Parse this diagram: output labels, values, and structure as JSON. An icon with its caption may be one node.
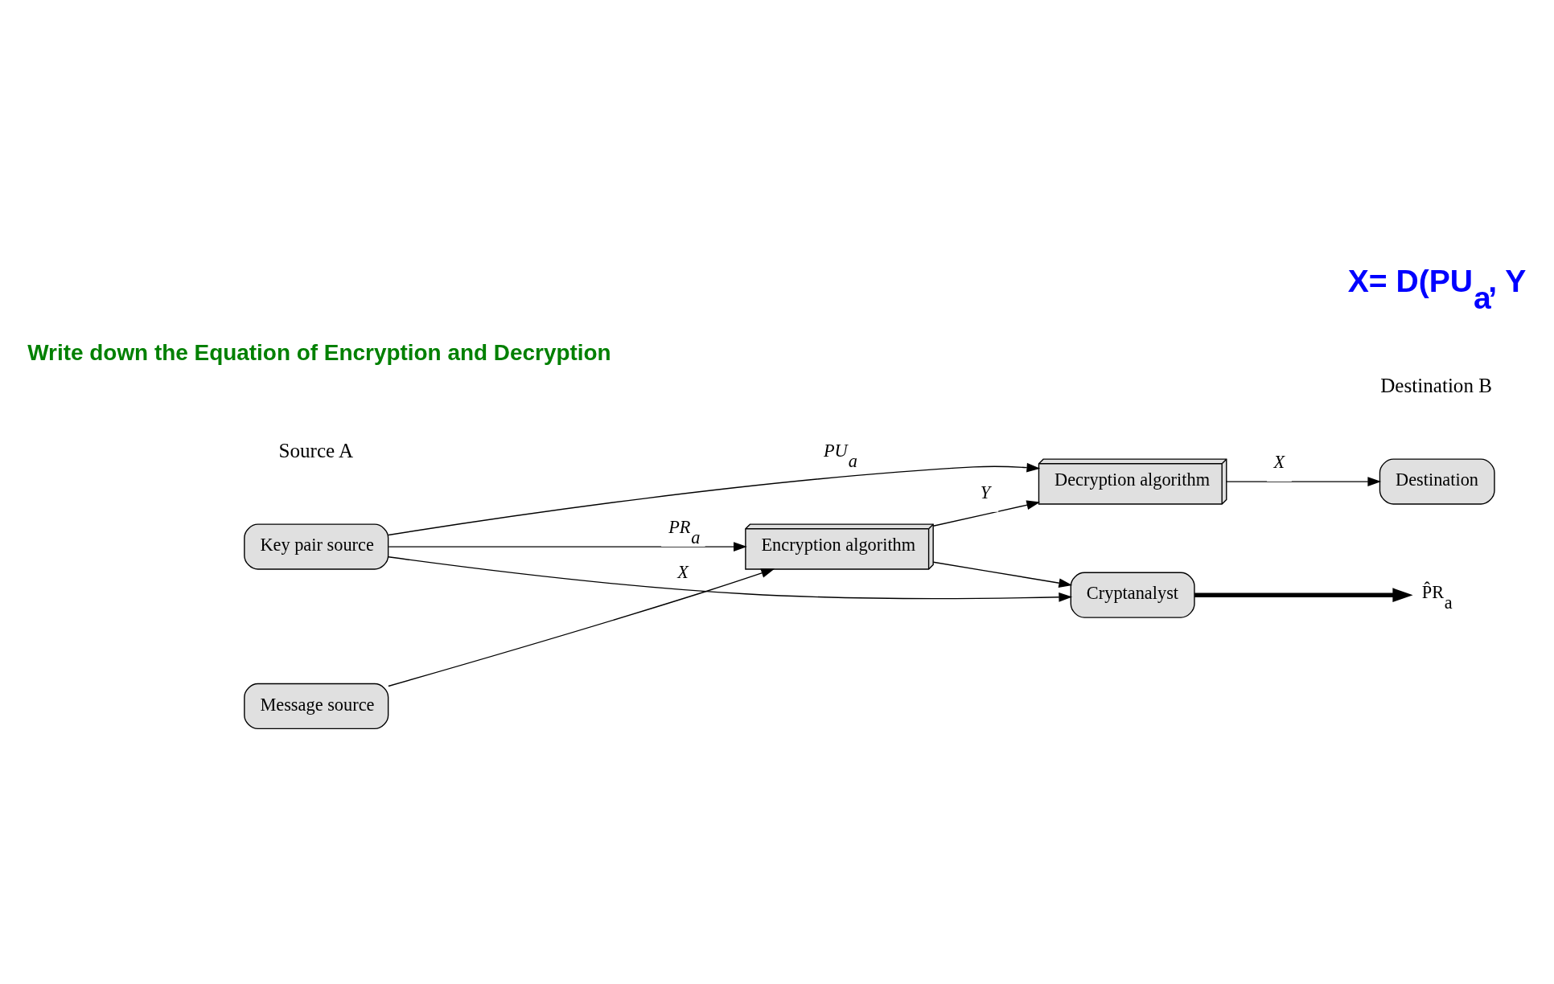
{
  "diagram": {
    "nodes": [
      {
        "text": [
          "Message source"
        ]
      },
      {
        "text": [
          "Encryption algorithm"
        ]
      },
      {
        "text": [
          "Cryptanalyst"
        ]
      },
      {
        "text": [
          "P̂R$_{a}$"
        ]
      },
      {
        "text": [
          "Decryption algorithm"
        ]
      },
      {
        "text": [
          "Destination"
        ]
      },
      {
        "text": [
          "Key pair source"
        ]
      }
    ],
    "edges": [
      {
        "from": 0,
        "to": 1,
        "arrow": "to",
        "label": "X"
      },
      {
        "from": 1,
        "to": 4,
        "arrow": "to",
        "label": "Y"
      },
      {
        "from": 1,
        "to": 2,
        "arrow": "to"
      },
      {
        "from": 2,
        "to": 3,
        "arrow": "to",
        "style": "thick"
      },
      {
        "from": 4,
        "to": 5,
        "arrow": "to",
        "label": "X"
      },
      {
        "from": 6,
        "to": 1,
        "arrow": "to",
        "label": "PR$_{a}$"
      },
      {
        "from": 6,
        "to": 4,
        "arrow": "to",
        "label": "PU$_{a}$"
      },
      {
        "from": 6,
        "to": 2,
        "arrow": "to"
      }
    ],
    "labels": [
      "Source A",
      "Destination B",
      "X= D(PU$_{a}$, Y",
      "Write down the Equation of Encryption and Decryption"
    ]
  }
}
